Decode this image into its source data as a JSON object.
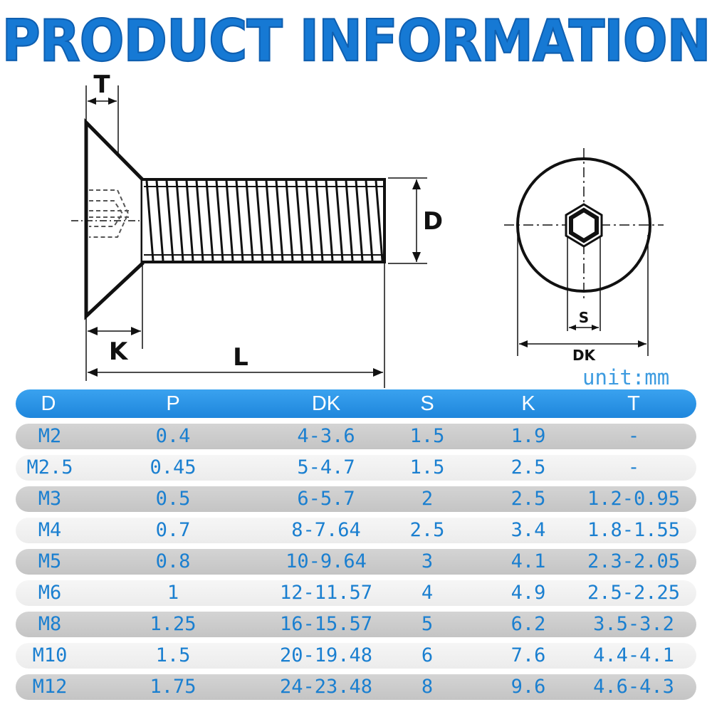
{
  "title": "PRODUCT INFORMATION",
  "diagram": {
    "side_labels": {
      "t": "T",
      "k": "K",
      "l": "L",
      "d": "D"
    },
    "top_labels": {
      "s": "S",
      "dk": "DK"
    }
  },
  "unit": "unit:mm",
  "table": {
    "headers": [
      "D",
      "P",
      "DK",
      "S",
      "K",
      "T"
    ],
    "rows": [
      [
        "M2",
        "0.4",
        "4-3.6",
        "1.5",
        "1.9",
        "-"
      ],
      [
        "M2.5",
        "0.45",
        "5-4.7",
        "1.5",
        "2.5",
        "-"
      ],
      [
        "M3",
        "0.5",
        "6-5.7",
        "2",
        "2.5",
        "1.2-0.95"
      ],
      [
        "M4",
        "0.7",
        "8-7.64",
        "2.5",
        "3.4",
        "1.8-1.55"
      ],
      [
        "M5",
        "0.8",
        "10-9.64",
        "3",
        "4.1",
        "2.3-2.05"
      ],
      [
        "M6",
        "1",
        "12-11.57",
        "4",
        "4.9",
        "2.5-2.25"
      ],
      [
        "M8",
        "1.25",
        "16-15.57",
        "5",
        "6.2",
        "3.5-3.2"
      ],
      [
        "M10",
        "1.5",
        "20-19.48",
        "6",
        "7.6",
        "4.4-4.1"
      ],
      [
        "M12",
        "1.75",
        "24-23.48",
        "8",
        "9.6",
        "4.6-4.3"
      ]
    ]
  }
}
